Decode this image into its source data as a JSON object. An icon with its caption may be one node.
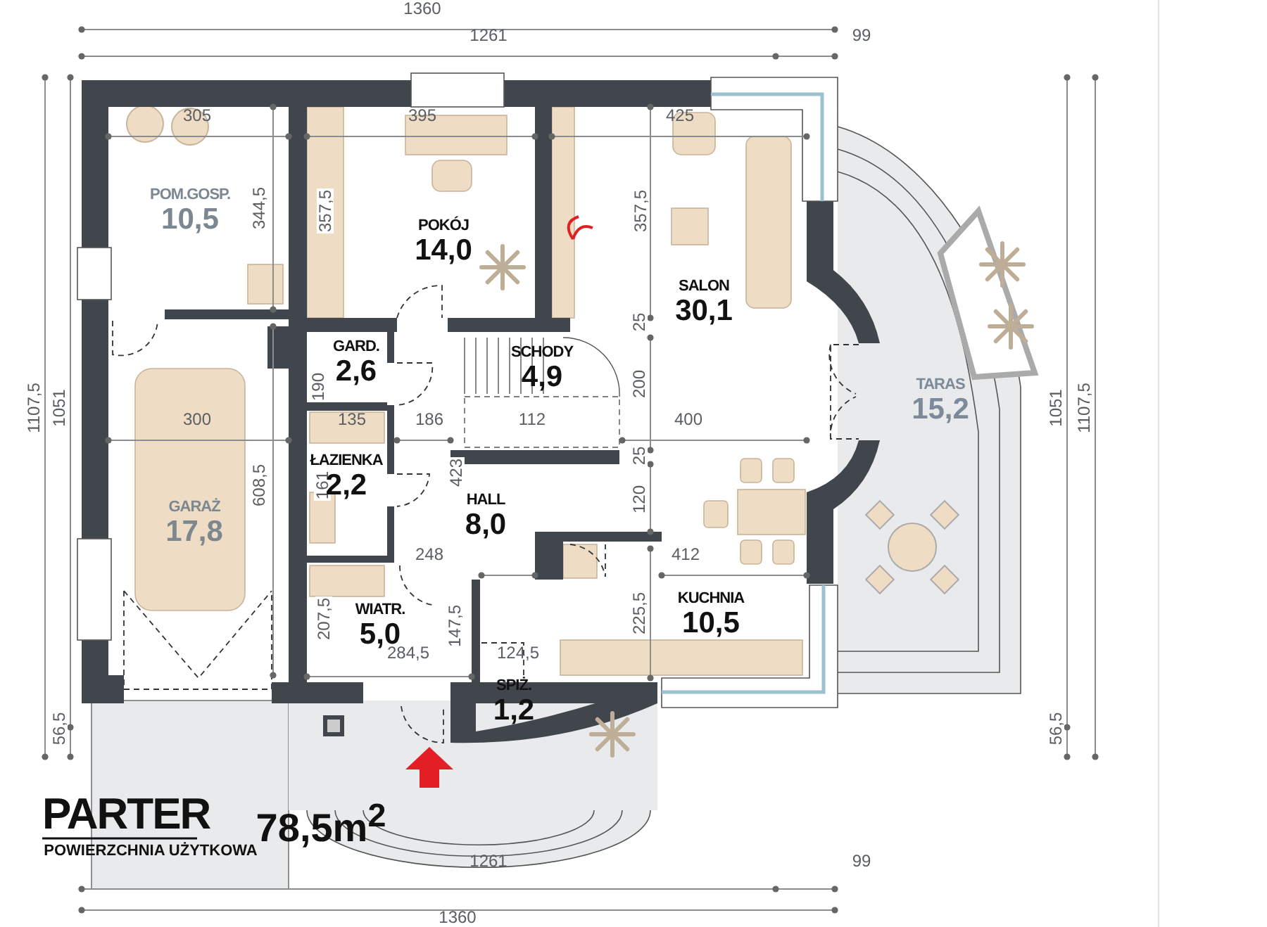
{
  "diagram": {
    "title": "PARTER",
    "nodes": [
      {
        "text": [
          "POM.GOSP.",
          "10,5"
        ]
      },
      {
        "text": [
          "POKÓJ",
          "14,0"
        ]
      },
      {
        "text": [
          "SALON",
          "30,1"
        ]
      },
      {
        "text": [
          "GARD.",
          "2,6"
        ]
      },
      {
        "text": [
          "SCHODY",
          "4,9"
        ]
      },
      {
        "text": [
          "TARAS",
          "15,2"
        ]
      },
      {
        "text": [
          "ŁAZIENKA",
          "2,2"
        ]
      },
      {
        "text": [
          "GARAŻ",
          "17,8"
        ]
      },
      {
        "text": [
          "HALL",
          "8,0"
        ]
      },
      {
        "text": [
          "KUCHNIA",
          "10,5"
        ]
      },
      {
        "text": [
          "WIATR.",
          "5,0"
        ]
      },
      {
        "text": [
          "SPIŻ.",
          "1,2"
        ]
      }
    ],
    "edges": [],
    "labels": [
      "1360",
      "1261",
      "99",
      "305",
      "395",
      "425",
      "344,5",
      "357,5",
      "357,5",
      "25",
      "190",
      "200",
      "1107,5",
      "1051",
      "1051",
      "1107,5",
      "300",
      "135",
      "186",
      "112",
      "400",
      "608,5",
      "161",
      "423",
      "25",
      "120",
      "248",
      "412",
      "207,5",
      "147,5",
      "225,5",
      "284,5",
      "124,5",
      "56,5",
      "56,5",
      "POWIERZCHNIA UŻYTKOWA",
      "78,5m$^{2}$",
      "1261",
      "99",
      "1360"
    ]
  }
}
